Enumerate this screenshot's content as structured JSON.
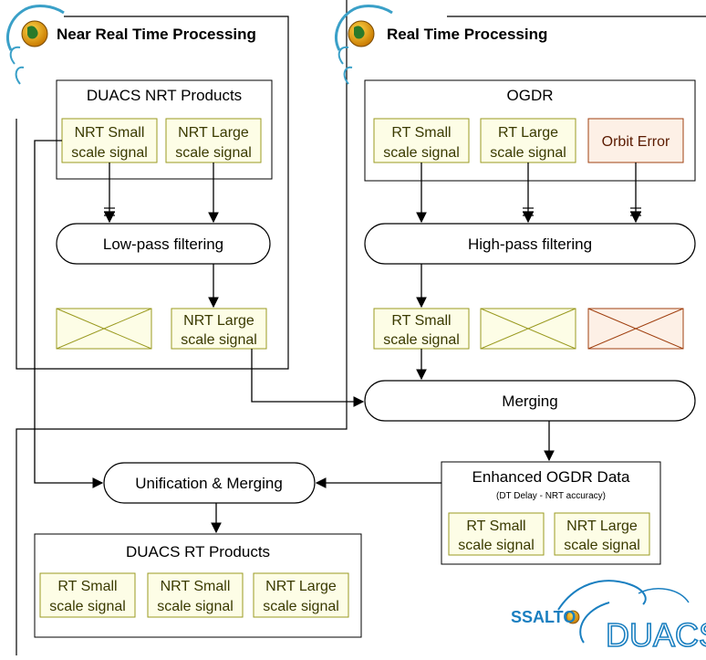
{
  "nrt_panel": {
    "title": "Near Real Time Processing",
    "products_box": {
      "title": "DUACS NRT Products",
      "signals": [
        "NRT Small scale signal",
        "NRT Large scale signal"
      ]
    },
    "filter_label": "Low-pass filtering",
    "output_signal": "NRT Large scale signal"
  },
  "rt_panel": {
    "title": "Real Time Processing",
    "ogdr_box": {
      "title": "OGDR",
      "signals": [
        "RT Small scale signal",
        "RT Large scale signal"
      ],
      "orbit_error": "Orbit Error"
    },
    "filter_label": "High-pass filtering",
    "output_signal": "RT Small scale signal"
  },
  "merging_label": "Merging",
  "enhanced_box": {
    "title": "Enhanced OGDR Data",
    "subtitle": "(DT Delay - NRT accuracy)",
    "signals": [
      "RT Small scale signal",
      "NRT Large scale signal"
    ]
  },
  "unification_label": "Unification & Merging",
  "rt_products_box": {
    "title": "DUACS RT Products",
    "signals": [
      "RT Small scale signal",
      "NRT Small scale signal",
      "NRT Large scale signal"
    ]
  },
  "logo": {
    "text_left": "SSALTO",
    "text_right": "DUACS"
  },
  "colors": {
    "signal_fill": "#fdfde6",
    "signal_stroke": "#9a9a20",
    "orbit_fill": "#fdf0e6",
    "orbit_stroke": "#a04010",
    "logo_blue": "#1a7fc0"
  }
}
